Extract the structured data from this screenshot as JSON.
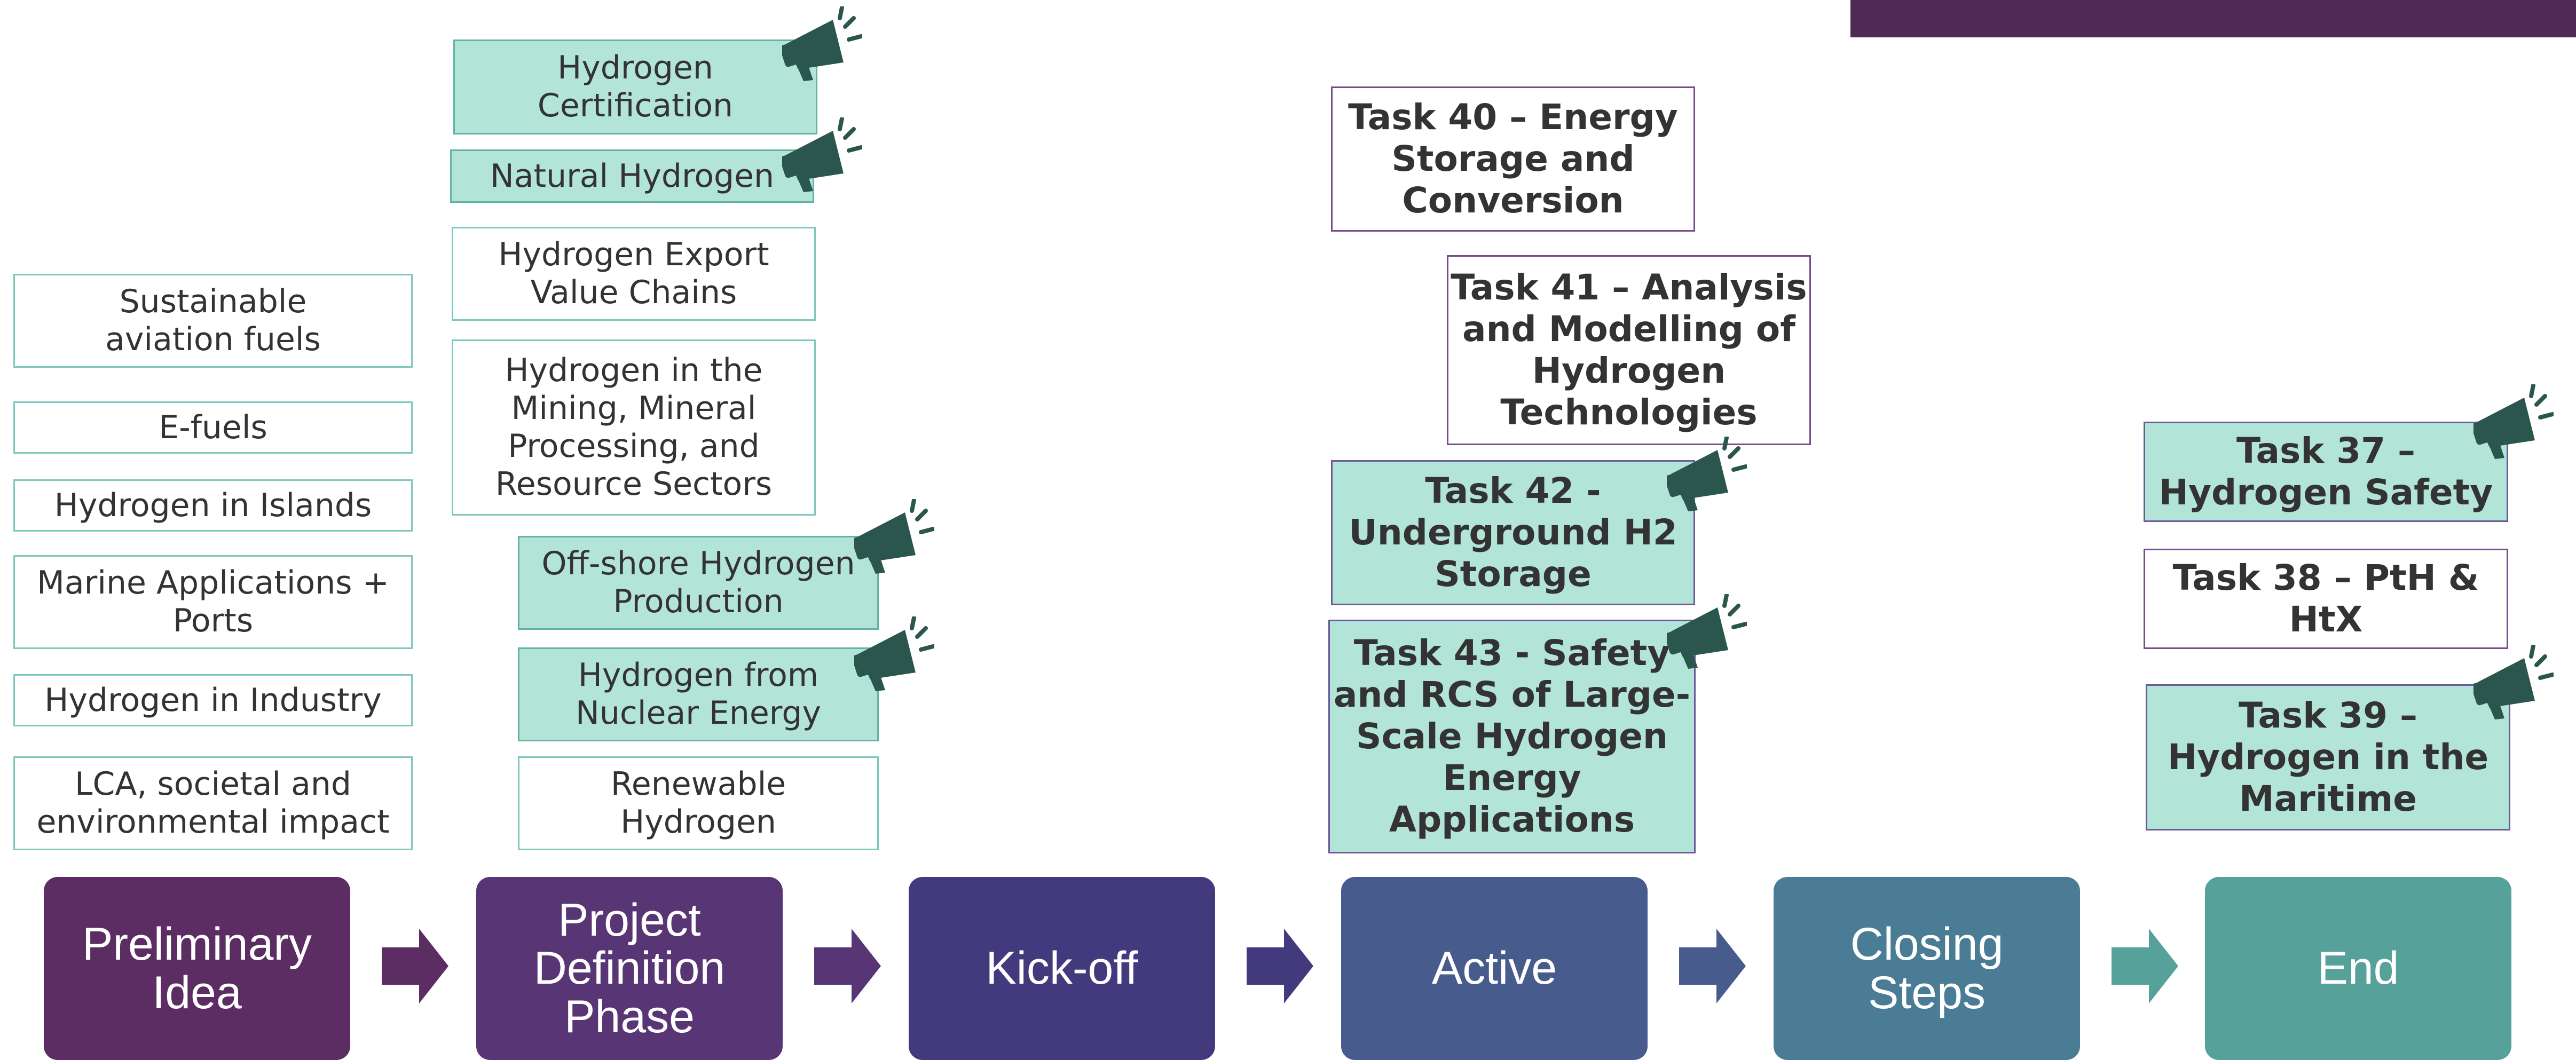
{
  "colors": {
    "topbar": "#4e2a54",
    "stage_colors": [
      "#5b2d62",
      "#583676",
      "#423a7c",
      "#475c8c",
      "#4b7c95",
      "#56a19a"
    ],
    "light_fill": "#b3e4d8",
    "megaphone": "#2a564e"
  },
  "stages": [
    {
      "label": "Preliminary\nIdea"
    },
    {
      "label": "Project\nDefinition\nPhase"
    },
    {
      "label": "Kick-off"
    },
    {
      "label": "Active"
    },
    {
      "label": "Closing\nSteps"
    },
    {
      "label": "End"
    }
  ],
  "preliminary_ideas": [
    "Sustainable\naviation fuels",
    "E-fuels",
    "Hydrogen in Islands",
    "Marine Applications +\nPorts",
    "Hydrogen in Industry",
    "LCA, societal and\nenvironmental impact"
  ],
  "project_definition": [
    "Hydrogen\nCertification",
    "Natural Hydrogen",
    "Hydrogen Export\nValue Chains",
    "Hydrogen in the\nMining, Mineral\nProcessing, and\nResource Sectors",
    "Off-shore Hydrogen\nProduction",
    "Hydrogen from\nNuclear Energy",
    "Renewable\nHydrogen"
  ],
  "active_tasks": [
    "Task 40 – Energy\nStorage and\nConversion",
    "Task 41 – Analysis\nand Modelling of\nHydrogen\nTechnologies",
    "Task 42 -\nUnderground  H2\nStorage",
    "Task 43 - Safety\nand RCS of Large-\nScale Hydrogen\nEnergy\nApplications"
  ],
  "closing_tasks": [
    "Task 37 –\nHydrogen Safety",
    "Task 38 – PtH &\nHtX",
    "Task 39 –\nHydrogen in the\nMaritime"
  ],
  "icons": {
    "megaphone": "megaphone-icon",
    "arrow": "right-arrow-icon"
  }
}
